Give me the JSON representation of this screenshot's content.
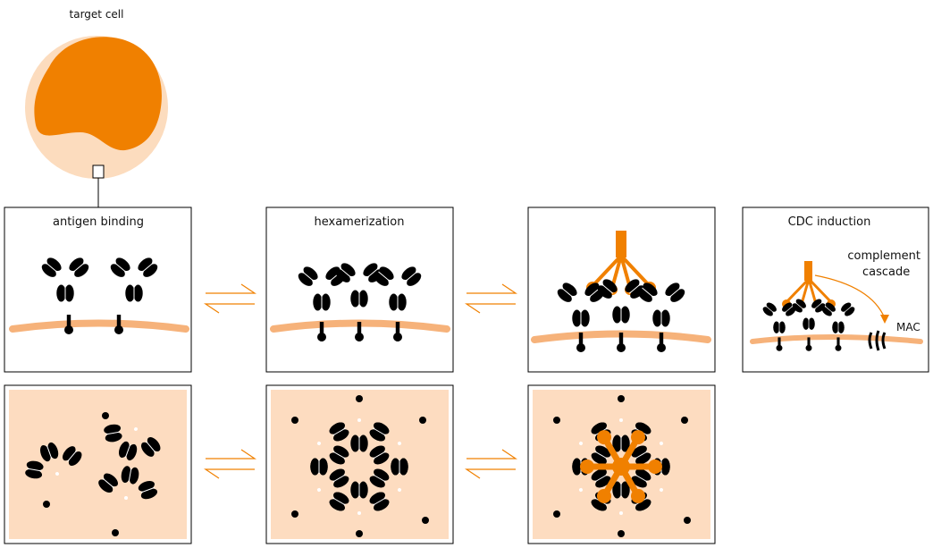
{
  "labels": {
    "target_cell": "target cell",
    "antigen_binding": "antigen binding",
    "hexamerization": "hexamerization",
    "cdc_induction": "CDC induction",
    "complement_line1": "complement",
    "complement_line2": "cascade",
    "mac": "MAC"
  },
  "colors": {
    "accent": "#f08000",
    "membrane": "#f6b27a",
    "cell_outer": "#fcdcbe",
    "panel_fill": "#fddcc0",
    "ink": "#000000"
  }
}
